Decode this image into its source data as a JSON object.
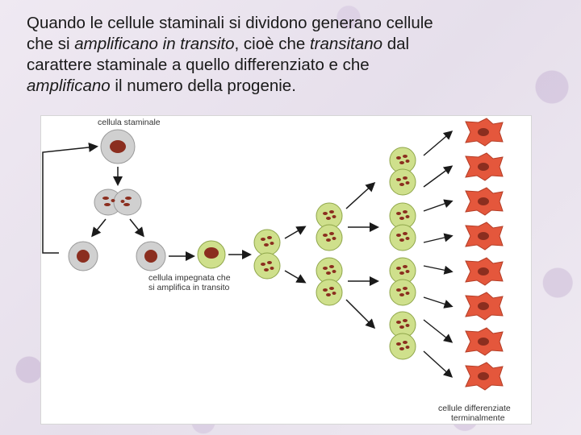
{
  "heading": {
    "line1": "Quando le cellule staminali si dividono generano cellule",
    "line2_a": "che si ",
    "line2_italic": "amplificano in transito",
    "line2_b": ", cioè che ",
    "line2_italic2": "transitano",
    "line2_c": " dal",
    "line3": "carattere staminale a quello differenziato e che",
    "line4_italic": "amplificano",
    "line4_b": " il numero della progenie."
  },
  "diagram": {
    "label_stem": "cellula staminale",
    "label_transit_1": "cellula impegnata che",
    "label_transit_2": "si amplifica in transito",
    "label_diff_1": "cellule differenziate",
    "label_diff_2": "terminalmente"
  },
  "colors": {
    "stem_cell": "#d0d0d0",
    "nucleus": "#8b2e1f",
    "transit_cell": "#cfe08c",
    "differentiated_cell": "#e4573c",
    "arrow": "#1a1a1a"
  }
}
